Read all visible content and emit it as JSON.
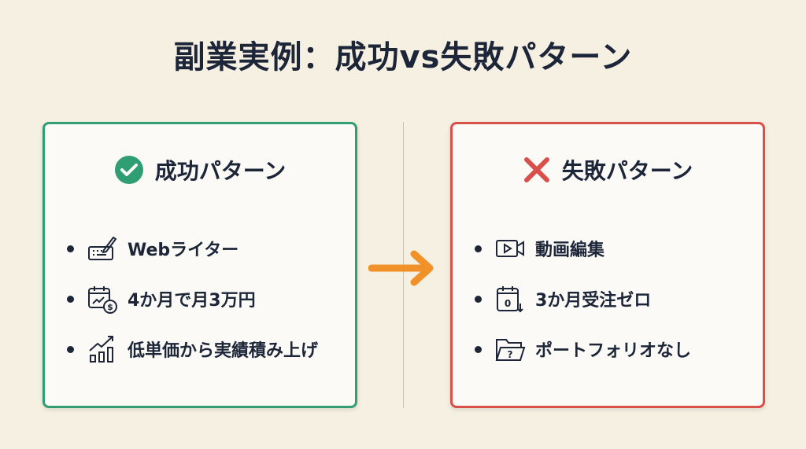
{
  "title": "副業実例：成功vs失敗パターン",
  "success": {
    "heading": "成功パターン",
    "items": [
      {
        "label": "Webライター",
        "icon": "keyboard-pen-icon"
      },
      {
        "label": "4か月で月3万円",
        "icon": "calendar-money-icon"
      },
      {
        "label": "低単価から実績積み上げ",
        "icon": "growth-chart-icon"
      }
    ]
  },
  "failure": {
    "heading": "失敗パターン",
    "items": [
      {
        "label": "動画編集",
        "icon": "video-camera-icon"
      },
      {
        "label": "3か月受注ゼロ",
        "icon": "calendar-zero-icon"
      },
      {
        "label": "ポートフォリオなし",
        "icon": "folder-question-icon"
      }
    ]
  },
  "colors": {
    "success": "#2f9e72",
    "failure": "#d9504a",
    "arrow": "#f0912a",
    "text": "#1c2638"
  }
}
